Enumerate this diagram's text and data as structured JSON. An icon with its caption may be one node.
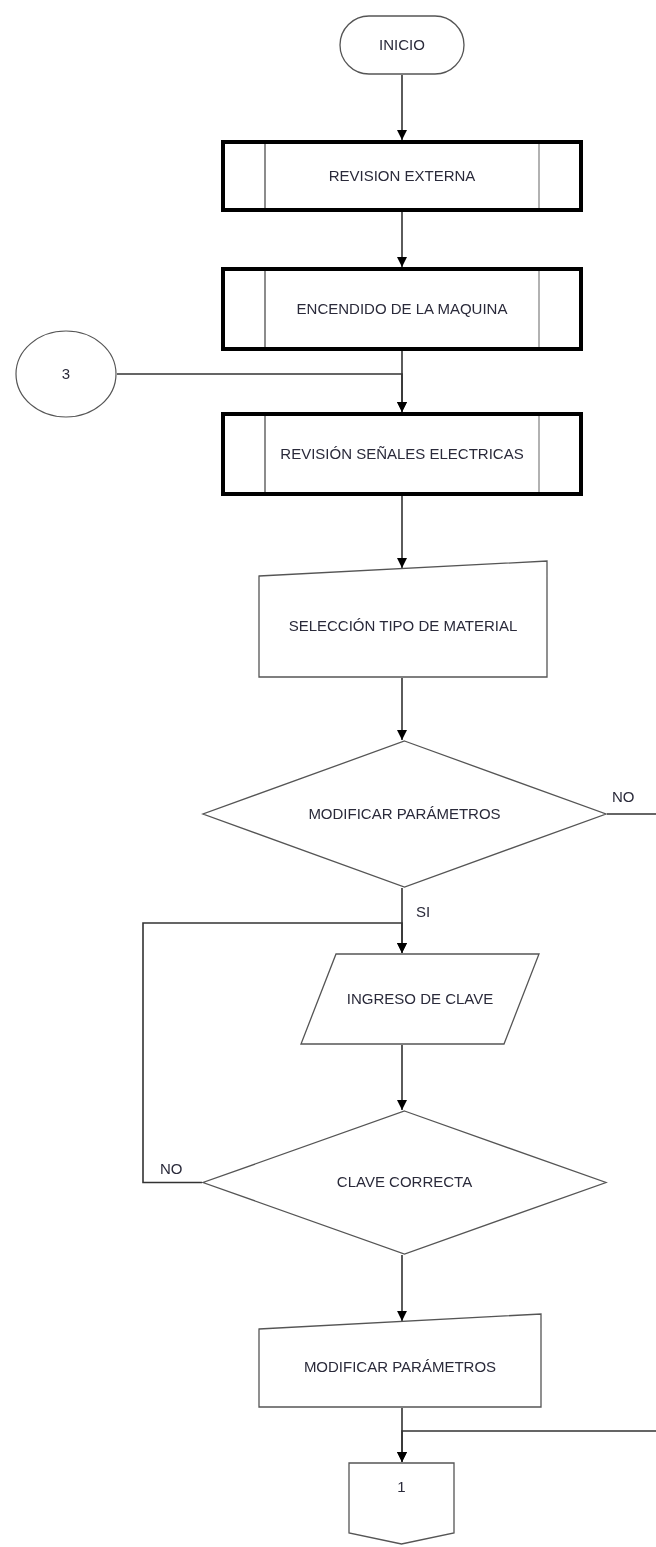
{
  "diagram": {
    "nodes": [
      {
        "text": [
          "INICIO"
        ]
      },
      {
        "text": [
          "REVISION EXTERNA"
        ]
      },
      {
        "text": [
          "ENCENDIDO DE LA MAQUINA"
        ]
      },
      {
        "text": [
          "3"
        ]
      },
      {
        "text": [
          "REVISIÓN SEÑALES ELECTRICAS"
        ]
      },
      {
        "text": [
          "SELECCIÓN TIPO DE MATERIAL"
        ]
      },
      {
        "text": [
          "MODIFICAR PARÁMETROS"
        ]
      },
      {
        "text": [
          "INGRESO DE CLAVE"
        ]
      },
      {
        "text": [
          "CLAVE CORRECTA"
        ]
      },
      {
        "text": [
          "MODIFICAR PARÁMETROS"
        ]
      },
      {
        "text": [
          "1"
        ]
      }
    ],
    "edges": [
      {
        "from": 0,
        "to": 1,
        "arrow": "to"
      },
      {
        "from": 1,
        "to": 2,
        "arrow": "to"
      },
      {
        "from": 2,
        "to": 4,
        "arrow": "to"
      },
      {
        "from": 3,
        "to": 4,
        "arrow": "to"
      },
      {
        "from": 4,
        "to": 5,
        "arrow": "to"
      },
      {
        "from": 5,
        "to": 6,
        "arrow": "to"
      },
      {
        "from": 6,
        "to": 7,
        "arrow": "to",
        "label": "SI"
      },
      {
        "from": 6,
        "to": null,
        "arrow": "none",
        "label": "NO"
      },
      {
        "from": 7,
        "to": 8,
        "arrow": "to"
      },
      {
        "from": 8,
        "to": 7,
        "arrow": "to",
        "label": "NO"
      },
      {
        "from": 8,
        "to": 9,
        "arrow": "to"
      },
      {
        "from": 9,
        "to": 10,
        "arrow": "to"
      },
      {
        "from": null,
        "to": 10,
        "arrow": "to"
      }
    ]
  }
}
